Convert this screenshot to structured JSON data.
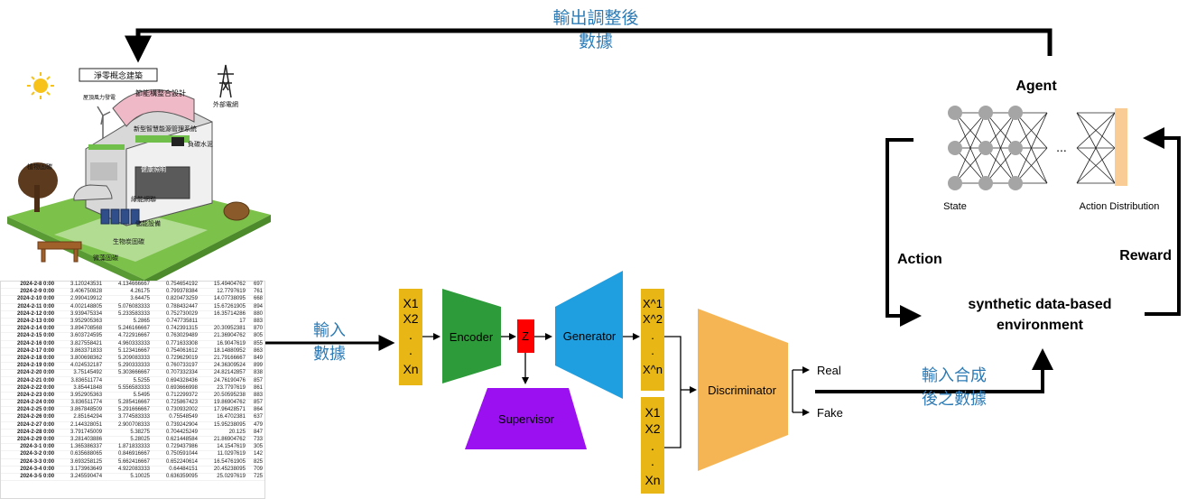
{
  "feedback_label": [
    "輸出調整後",
    "數據"
  ],
  "input_label": [
    "輸入",
    "數據"
  ],
  "synth_input_label": [
    "輸入合成",
    "後之數據"
  ],
  "building": {
    "title": "淨零概念建築",
    "labels": {
      "wind": "屋頂風力發電",
      "design": "節能構整合設計",
      "grid": "外部電網",
      "smart": "新型智慧能源管理系統",
      "cement": "負碳水泥",
      "plant": "植物固碳",
      "lighting": "健康照明",
      "network": "綠能網聯",
      "storage": "儲能設備",
      "bio": "生物炭固碳",
      "microalgae": "微藻固碳"
    }
  },
  "gan": {
    "inputs_top": [
      "X1",
      "X2",
      ".",
      ".",
      "Xn"
    ],
    "outputs_top": [
      "X^1",
      "X^2",
      ".",
      ".",
      "X^n"
    ],
    "inputs_bottom": [
      "X1",
      "X2",
      ".",
      ".",
      "Xn"
    ],
    "encoder": "Encoder",
    "z": "Z",
    "generator": "Generator",
    "supervisor": "Supervisor",
    "discriminator": "Discriminator",
    "real": "Real",
    "fake": "Fake"
  },
  "rl": {
    "agent": "Agent",
    "state": "State",
    "action_distribution": "Action Distribution",
    "ellipsis": "...",
    "action": "Action",
    "reward": "Reward",
    "environment": [
      "synthetic data-based",
      "environment"
    ]
  },
  "colors": {
    "input_box": "#e8b716",
    "encoder": "#2e9b3a",
    "z": "#ff0000",
    "generator": "#1f9ee0",
    "supervisor": "#9b10f0",
    "discriminator": "#f6b554",
    "action_dist": "#f8cc94",
    "node": "#a5a5a5",
    "cjk_text": "#2c7bb6"
  },
  "table": {
    "rows": [
      [
        "2024-2-8 0:00",
        "3.120243531",
        "4.134666667",
        "0.754654192",
        "15.49404762",
        "697"
      ],
      [
        "2024-2-9 0:00",
        "3.406750828",
        "4.26175",
        "0.799378384",
        "12.7797619",
        "761"
      ],
      [
        "2024-2-10 0:00",
        "2.990419912",
        "3.64475",
        "0.820473259",
        "14.07738095",
        "668"
      ],
      [
        "2024-2-11 0:00",
        "4.002148805",
        "5.076083333",
        "0.788432447",
        "15.67261905",
        "894"
      ],
      [
        "2024-2-12 0:00",
        "3.939475334",
        "5.233583333",
        "0.752730029",
        "16.35714286",
        "880"
      ],
      [
        "2024-2-13 0:00",
        "3.952905363",
        "5.2865",
        "0.747735811",
        "17",
        "883"
      ],
      [
        "2024-2-14 0:00",
        "3.894708568",
        "5.246166667",
        "0.742391315",
        "20.30952381",
        "870"
      ],
      [
        "2024-2-15 0:00",
        "3.603724595",
        "4.722916667",
        "0.763029489",
        "21.36904762",
        "805"
      ],
      [
        "2024-2-16 0:00",
        "3.827558421",
        "4.960333333",
        "0.771633308",
        "16.9047619",
        "855"
      ],
      [
        "2024-2-17 0:00",
        "3.863371833",
        "5.123416667",
        "0.754061612",
        "18.14880952",
        "863"
      ],
      [
        "2024-2-18 0:00",
        "3.800698362",
        "5.209083333",
        "0.729629019",
        "21.79166667",
        "849"
      ],
      [
        "2024-2-19 0:00",
        "4.024532187",
        "5.290333333",
        "0.760733197",
        "24.36309524",
        "899"
      ],
      [
        "2024-2-20 0:00",
        "3.75145492",
        "5.303666667",
        "0.707332334",
        "24.82142857",
        "838"
      ],
      [
        "2024-2-21 0:00",
        "3.836511774",
        "5.5255",
        "0.694328436",
        "24.76190476",
        "857"
      ],
      [
        "2024-2-22 0:00",
        "3.85441848",
        "5.556583333",
        "0.693666998",
        "23.7797619",
        "861"
      ],
      [
        "2024-2-23 0:00",
        "3.952905363",
        "5.5495",
        "0.712299372",
        "20.50595238",
        "883"
      ],
      [
        "2024-2-24 0:00",
        "3.836511774",
        "5.285416667",
        "0.725867423",
        "19.86904762",
        "857"
      ],
      [
        "2024-2-25 0:00",
        "3.867848509",
        "5.291666667",
        "0.730932002",
        "17.96428571",
        "864"
      ],
      [
        "2024-2-26 0:00",
        "2.85164294",
        "3.774583333",
        "0.75548549",
        "16.4702381",
        "637"
      ],
      [
        "2024-2-27 0:00",
        "2.144328051",
        "2.900708333",
        "0.739242904",
        "15.95238095",
        "479"
      ],
      [
        "2024-2-28 0:00",
        "3.791745009",
        "5.38275",
        "0.704425249",
        "20.125",
        "847"
      ],
      [
        "2024-2-29 0:00",
        "3.281403886",
        "5.28025",
        "0.621448584",
        "21.86904762",
        "733"
      ],
      [
        "2024-3-1 0:00",
        "1.365386337",
        "1.871833333",
        "0.729437986",
        "14.1547619",
        "305"
      ],
      [
        "2024-3-2 0:00",
        "0.635688065",
        "0.846916667",
        "0.750591044",
        "11.0297619",
        "142"
      ],
      [
        "2024-3-3 0:00",
        "3.693258125",
        "5.662416667",
        "0.652240614",
        "16.54761905",
        "825"
      ],
      [
        "2024-3-4 0:00",
        "3.173963649",
        "4.922083333",
        "0.64484151",
        "20.45238095",
        "709"
      ],
      [
        "2024-3-5 0:00",
        "3.245590474",
        "5.10025",
        "0.636359095",
        "25.0297619",
        "725"
      ]
    ]
  }
}
